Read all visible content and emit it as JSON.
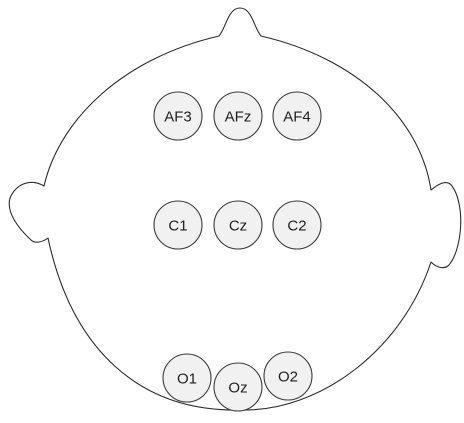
{
  "diagram": {
    "colors": {
      "outline": "#2b2b2b",
      "electrode_fill": "#f1f1f1",
      "electrode_stroke": "#3a3a3a",
      "label": "#1e1e1e"
    },
    "electrodes": [
      {
        "id": "AF3",
        "label": "AF3"
      },
      {
        "id": "AFz",
        "label": "AFz"
      },
      {
        "id": "AF4",
        "label": "AF4"
      },
      {
        "id": "C1",
        "label": "C1"
      },
      {
        "id": "Cz",
        "label": "Cz"
      },
      {
        "id": "C2",
        "label": "C2"
      },
      {
        "id": "O1",
        "label": "O1"
      },
      {
        "id": "Oz",
        "label": "Oz"
      },
      {
        "id": "O2",
        "label": "O2"
      }
    ]
  }
}
